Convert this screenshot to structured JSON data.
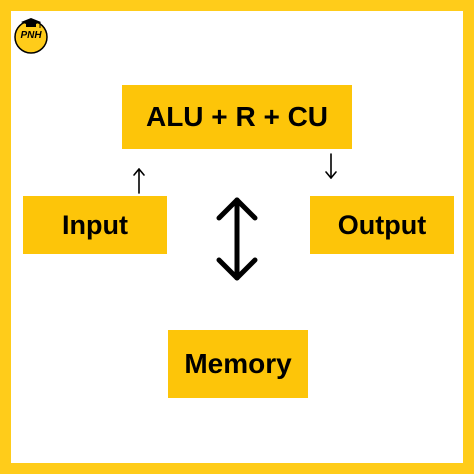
{
  "logo": {
    "text": "PNH",
    "icon": "graduation-cap-icon",
    "color": "#FFCC1A"
  },
  "diagram": {
    "cpu_label": "ALU + R + CU",
    "input_label": "Input",
    "output_label": "Output",
    "memory_label": "Memory"
  },
  "colors": {
    "frame": "#FFCC1A",
    "box_fill": "#FDC509",
    "text": "#000000",
    "background": "#FFFFFF"
  }
}
